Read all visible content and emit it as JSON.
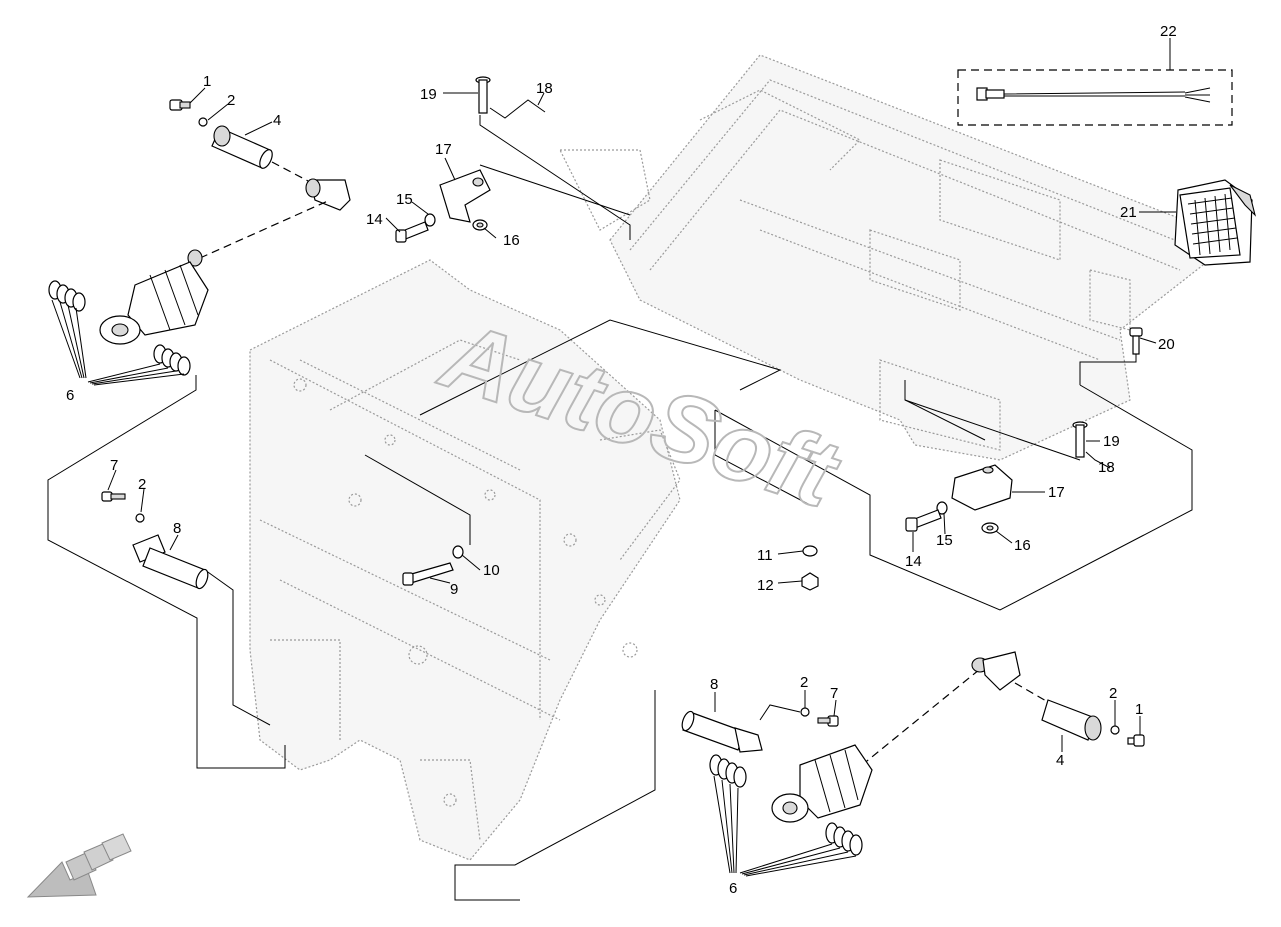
{
  "watermark": "AutoSoft",
  "callouts": {
    "c1a": "1",
    "c2a": "2",
    "c4a": "4",
    "c6a": "6",
    "c7a": "7",
    "c2b": "2",
    "c8a": "8",
    "c9": "9",
    "c10": "10",
    "c19a": "19",
    "c18a": "18",
    "c17a": "17",
    "c15a": "15",
    "c14a": "14",
    "c16a": "16",
    "c11": "11",
    "c12": "12",
    "c22": "22",
    "c21": "21",
    "c20": "20",
    "c19b": "19",
    "c18b": "18",
    "c17b": "17",
    "c15b": "15",
    "c14b": "14",
    "c16b": "16",
    "c8b": "8",
    "c2c": "2",
    "c7b": "7",
    "c2d": "2",
    "c1b": "1",
    "c4b": "4",
    "c6b": "6"
  },
  "icons": {
    "direction_arrow": "front-direction-arrow-icon",
    "work_light": "work-light-icon",
    "harness": "wiring-harness-icon"
  }
}
